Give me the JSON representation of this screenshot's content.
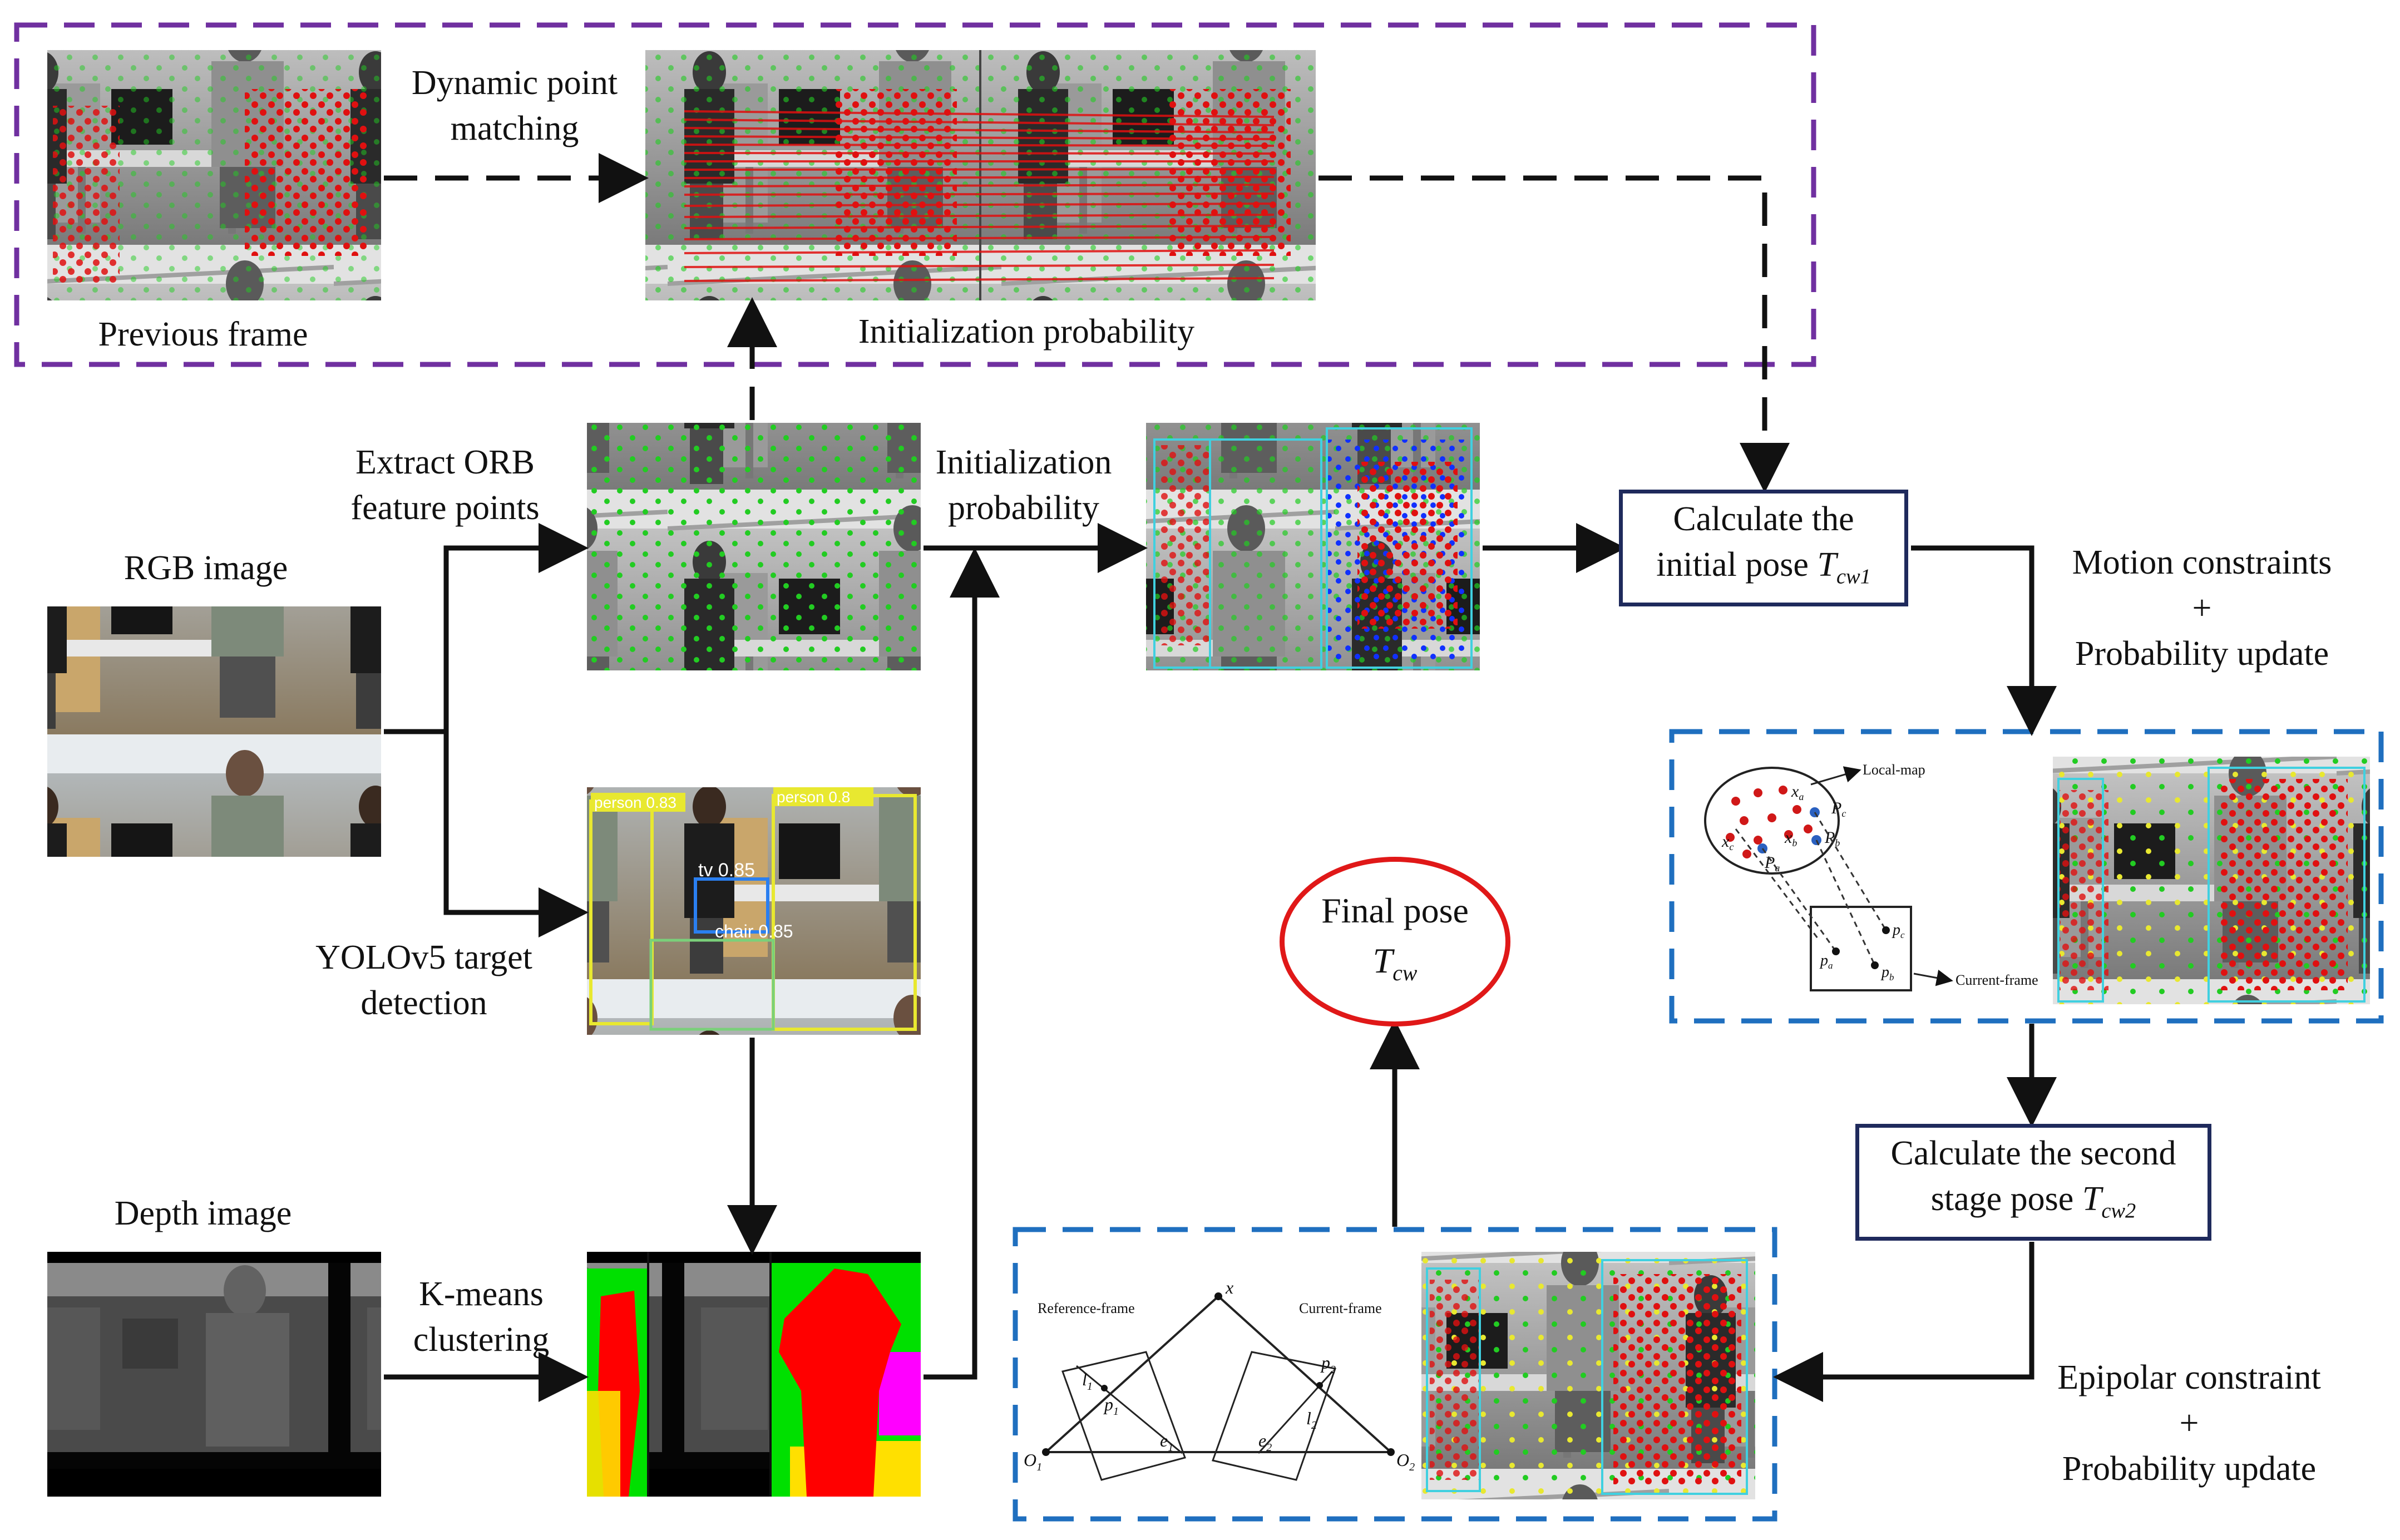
{
  "labels": {
    "dynamic_point_matching": [
      "Dynamic point",
      "matching"
    ],
    "previous_frame": "Previous frame",
    "initialization_probability_top": "Initialization probability",
    "extract_orb": [
      "Extract ORB",
      "feature points"
    ],
    "rgb_image": "RGB image",
    "initialization_probability_mid": [
      "Initialization",
      "probability"
    ],
    "yolov5": [
      "YOLOv5 target",
      "detection"
    ],
    "depth_image": "Depth image",
    "kmeans": [
      "K-means",
      "clustering"
    ],
    "motion_constraints": [
      "Motion constraints",
      "+",
      "Probability update"
    ],
    "epipolar_constraint": [
      "Epipolar constraint",
      "+",
      "Probability update"
    ]
  },
  "boxes": {
    "initial_pose": {
      "line1": "Calculate the",
      "line2": "initial pose ",
      "symbol": "T",
      "subscript": "cw1"
    },
    "second_stage_pose": {
      "line1": "Calculate the second",
      "line2": "stage pose ",
      "symbol": "T",
      "subscript": "cw2"
    },
    "final_pose": {
      "line1": "Final pose",
      "symbol": "T",
      "subscript": "cw"
    }
  },
  "detections": [
    "person 0.83",
    "person 0.8",
    "tv 0.85",
    "chair 0.85"
  ],
  "local_map": {
    "title": "Local-map",
    "current_frame": "Current-frame",
    "points": [
      "x",
      "x",
      "x",
      "P",
      "P",
      "P",
      "p",
      "p",
      "p"
    ],
    "subscripts": [
      "a",
      "b",
      "c",
      "c",
      "b",
      "a",
      "c",
      "b",
      "a"
    ]
  },
  "epipolar": {
    "reference_frame": "Reference-frame",
    "current_frame": "Current-frame",
    "point": "x",
    "o1": "O",
    "o1_sub": "1",
    "o2": "O",
    "o2_sub": "2",
    "l1": "l",
    "l1_sub": "1",
    "l2": "l",
    "l2_sub": "2",
    "p1": "p",
    "p1_sub": "1",
    "p2": "p",
    "p2_sub": "2",
    "e1": "e",
    "e1_sub": "1",
    "e2": "e",
    "e2_sub": "2"
  },
  "colors": {
    "purple_dash": "#7030a0",
    "blue_dash": "#1f6fbf",
    "box_border": "#1f2a5c",
    "final_ellipse": "#e01818",
    "feature_green": "#22cc22",
    "dynamic_red": "#e01010",
    "uncertain_blue": "#1030ff",
    "yolo_yellow": "#e8e830",
    "cluster_red": "#ff0000",
    "cluster_green": "#00e000",
    "cluster_magenta": "#ff00ff",
    "cluster_yellow": "#ffe000"
  }
}
